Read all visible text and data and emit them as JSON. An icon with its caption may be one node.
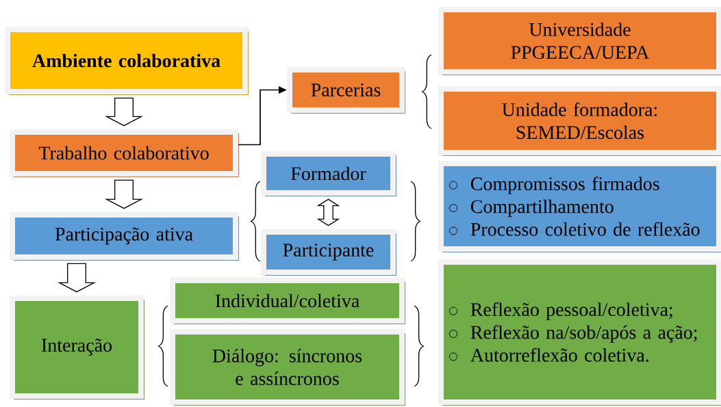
{
  "diagram": {
    "nodes": [
      {
        "text": [
          "Ambiente colaborativa"
        ]
      },
      {
        "text": [
          "Trabalho colaborativo"
        ]
      },
      {
        "text": [
          "Parcerias"
        ]
      },
      {
        "text": [
          "Universidade PPGEECA/UEPA"
        ]
      },
      {
        "text": [
          "Unidade formadora: SEMED/Escolas"
        ]
      },
      {
        "text": [
          "Formador"
        ]
      },
      {
        "text": [
          "Participação ativa"
        ]
      },
      {
        "text": [
          "Participante"
        ]
      },
      {
        "text": [
          "Compromissos firmados",
          "Compartilhamento",
          "Processo coletivo de reflexão"
        ]
      },
      {
        "text": [
          "Individual/coletiva"
        ]
      },
      {
        "text": [
          "Interação"
        ]
      },
      {
        "text": [
          "Diálogo: síncronos e assíncronos"
        ]
      },
      {
        "text": [
          "Reflexão pessoal/coletiva;",
          "Reflexão na/sob/após a ação;",
          "Autorreflexão coletiva."
        ]
      }
    ],
    "edges": [
      {
        "from": 0,
        "to": 1,
        "arrow": "to",
        "style": "thick"
      },
      {
        "from": 1,
        "to": 6,
        "arrow": "to",
        "style": "thick"
      },
      {
        "from": 6,
        "to": 10,
        "arrow": "to",
        "style": "thick"
      },
      {
        "from": 5,
        "to": 7,
        "arrow": "both",
        "style": "thick"
      },
      {
        "from": 1,
        "to": 2,
        "arrow": "to"
      }
    ]
  }
}
